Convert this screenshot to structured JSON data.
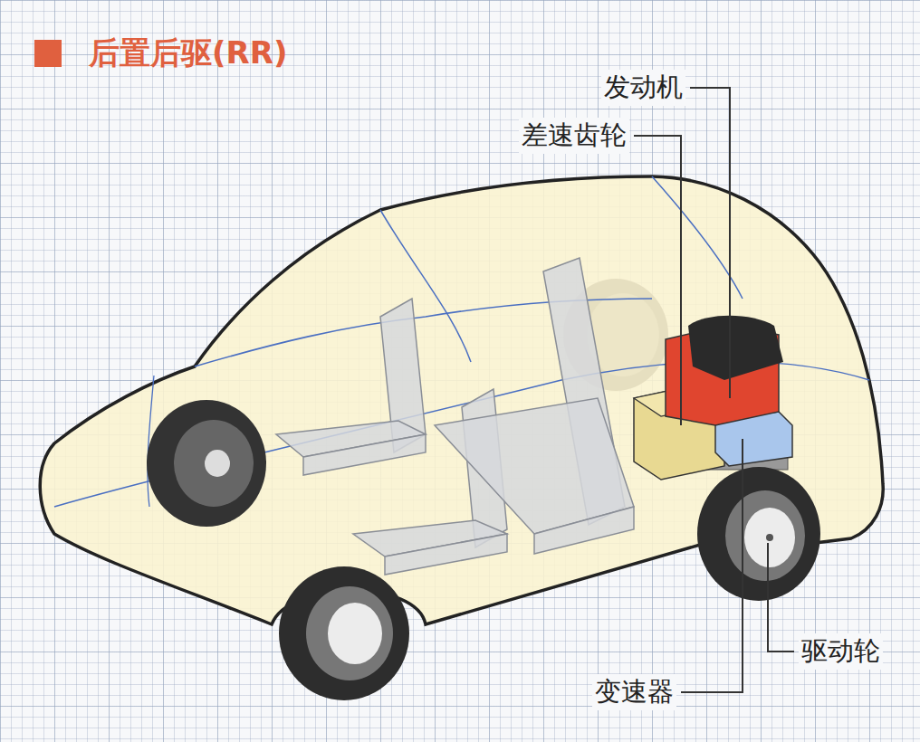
{
  "diagram": {
    "title": "后置后驱(RR)",
    "labels": [
      "发动机",
      "差速齿轮",
      "驱动轮",
      "变速器"
    ]
  }
}
